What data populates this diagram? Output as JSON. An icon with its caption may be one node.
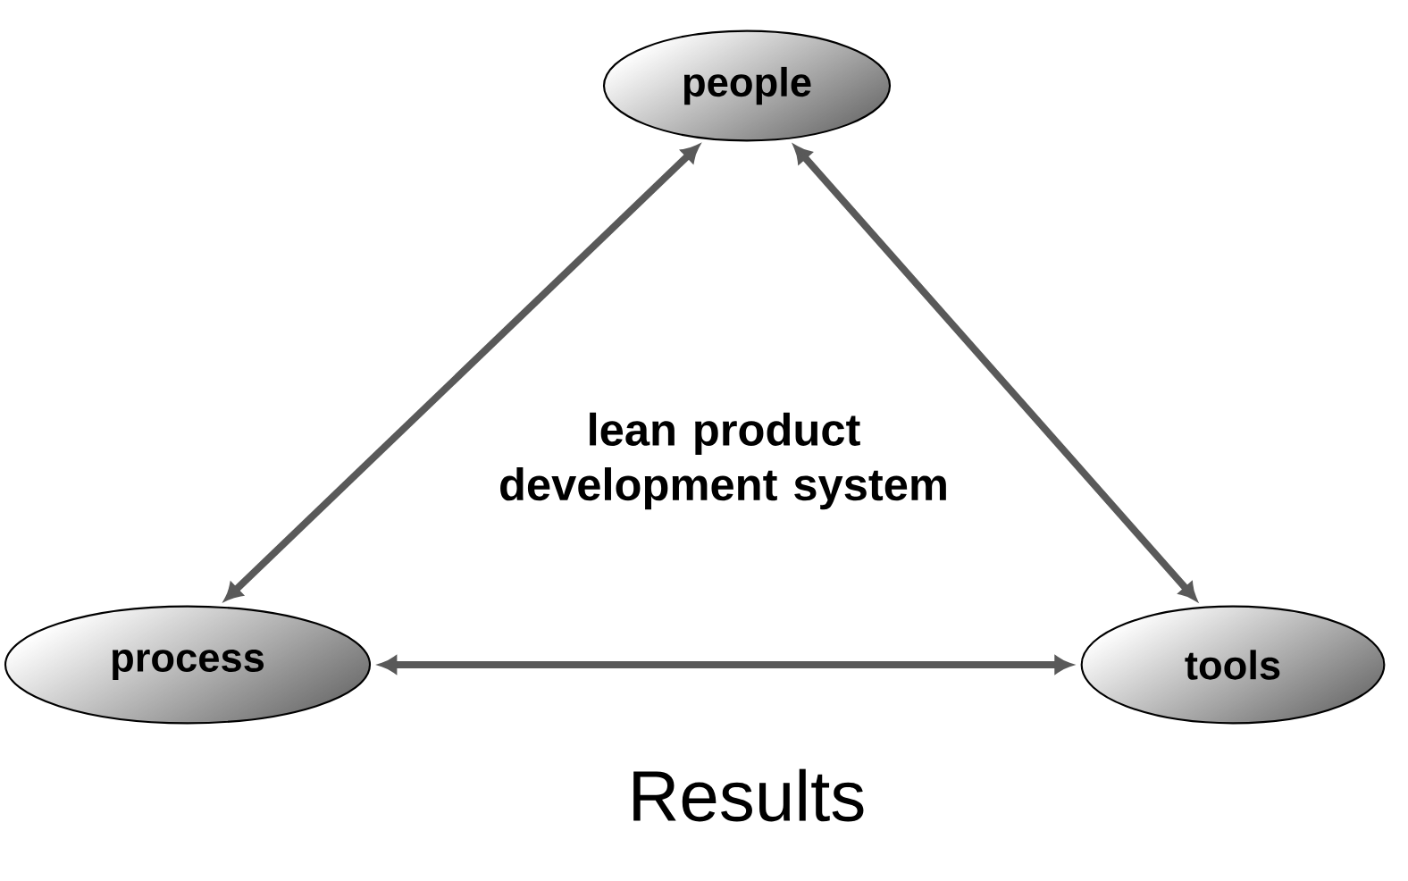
{
  "diagram": {
    "nodes": [
      {
        "text": [
          "people"
        ]
      },
      {
        "text": [
          "process"
        ]
      },
      {
        "text": [
          "tools"
        ]
      }
    ],
    "edges": [
      {
        "from": 0,
        "to": 1,
        "arrow": "both"
      },
      {
        "from": 0,
        "to": 2,
        "arrow": "both"
      },
      {
        "from": 1,
        "to": 2,
        "arrow": "both"
      }
    ],
    "labels": [
      "lean product development system",
      "Results"
    ]
  }
}
